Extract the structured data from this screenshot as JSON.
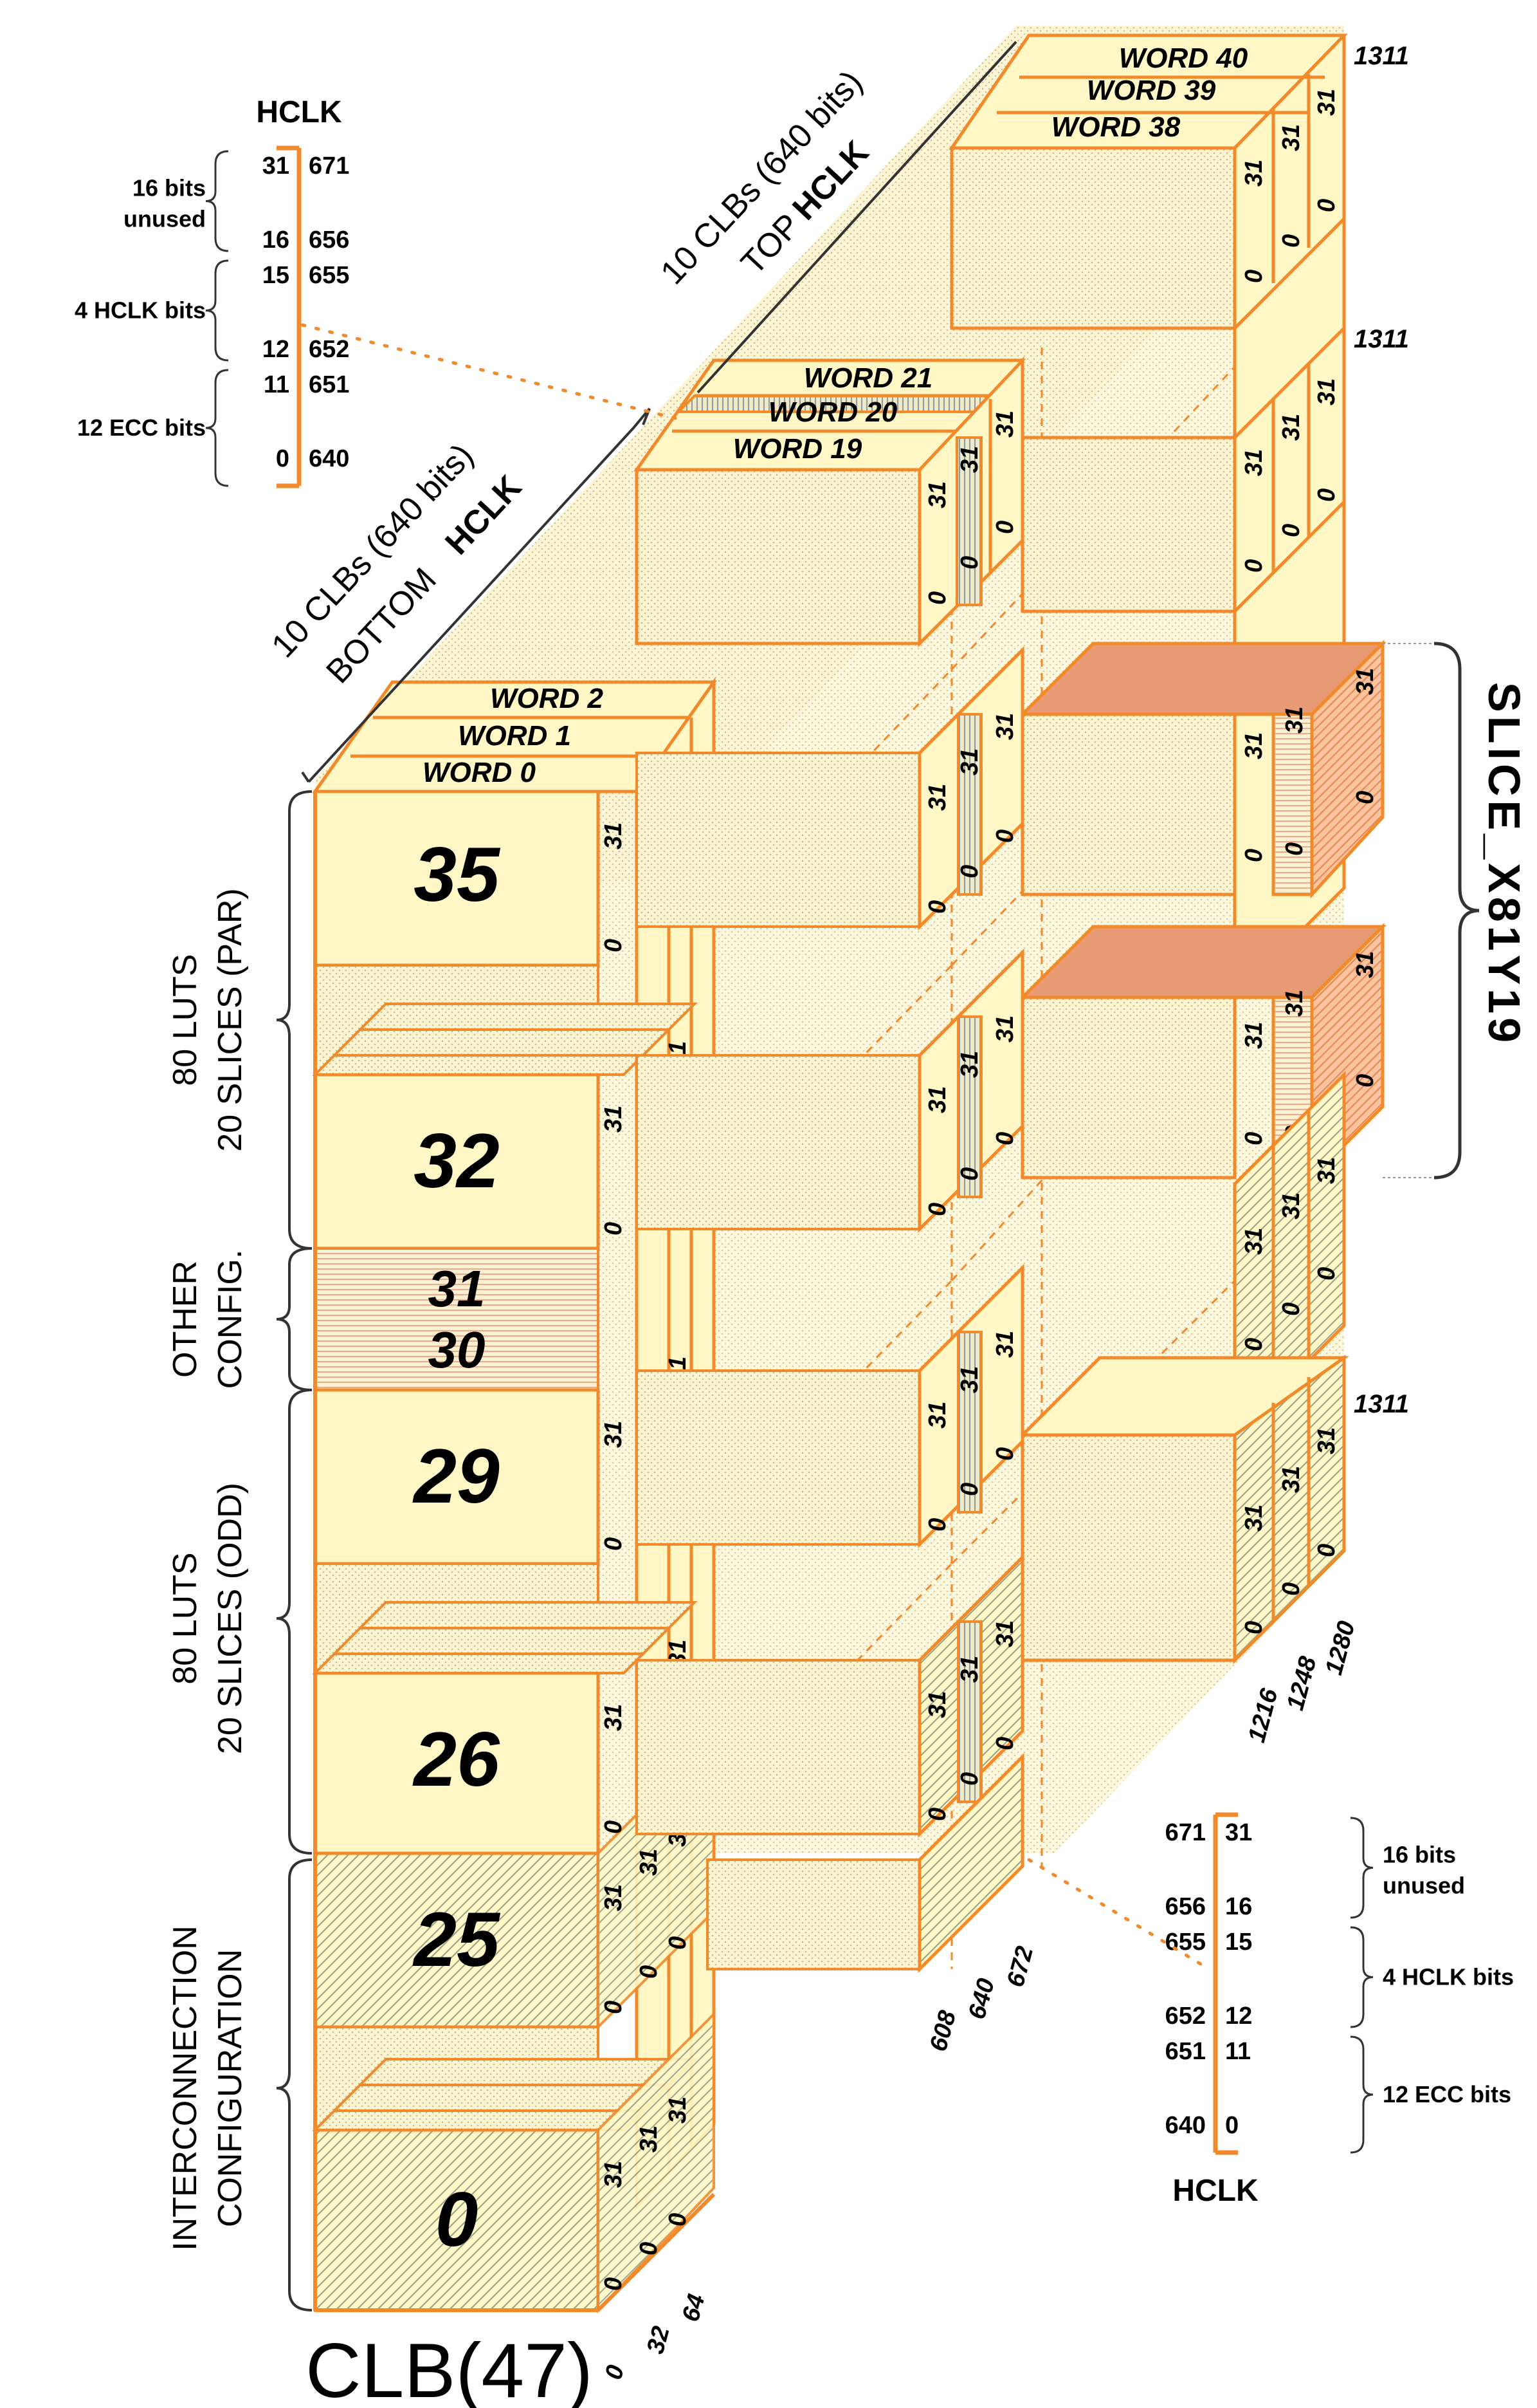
{
  "figure": {
    "clb_label": "CLB(47)",
    "colors": {
      "orange": "#F08A2B",
      "face": "#FFF8C6",
      "face_dark": "#EFE6A8",
      "slice_fill": "#F7B990",
      "slice_top": "#E79A74"
    }
  },
  "frames": {
    "front": [
      {
        "id": "f35",
        "label": "35",
        "hatched": false
      },
      {
        "id": "f32",
        "label": "32",
        "hatched": false
      },
      {
        "id": "f29",
        "label": "29",
        "hatched": false
      },
      {
        "id": "f26",
        "label": "26",
        "hatched": false
      },
      {
        "id": "f25",
        "label": "25",
        "hatched": true
      },
      {
        "id": "f0",
        "label": "0",
        "hatched": true
      }
    ],
    "other_config": [
      "31",
      "30"
    ],
    "bit_31": "31",
    "bit_0": "0"
  },
  "words": {
    "top": [
      "WORD 40",
      "WORD 39",
      "WORD 38"
    ],
    "middle": [
      "WORD 21",
      "WORD 20",
      "WORD 19"
    ],
    "bottom": [
      "WORD 2",
      "WORD 1",
      "WORD 0"
    ]
  },
  "bit_offsets": {
    "bottom_axis": [
      "0",
      "32",
      "64"
    ],
    "middle_axis": [
      "608",
      "640",
      "672"
    ],
    "right_axis": [
      "1216",
      "1248",
      "1280"
    ],
    "end_markers": [
      "1311",
      "1311",
      "1311"
    ]
  },
  "region_labels": {
    "par": [
      "80 LUTS",
      "20 SLICES (PAR)"
    ],
    "other": [
      "OTHER",
      "CONFIG."
    ],
    "odd": [
      "80 LUTS",
      "20 SLICES (ODD)"
    ],
    "interconnect": [
      "INTERCONNECTION",
      "CONFIGURATION"
    ],
    "bottom_hclk": [
      "10 CLBs (640 bits)",
      "BOTTOM",
      "HCLK"
    ],
    "top_hclk": [
      "10 CLBs (640 bits)",
      "TOP",
      "HCLK"
    ],
    "slice": "SLICE_X81Y19"
  },
  "hclk_legend": {
    "title": "HCLK",
    "rows": [
      {
        "word": "31",
        "bit": "671"
      },
      {
        "word": "16",
        "bit": "656"
      },
      {
        "word": "15",
        "bit": "655"
      },
      {
        "word": "12",
        "bit": "652"
      },
      {
        "word": "11",
        "bit": "651"
      },
      {
        "word": "0",
        "bit": "640"
      }
    ],
    "groups": [
      {
        "line1": "16 bits",
        "line2": "unused"
      },
      {
        "line1": "4 HCLK bits",
        "line2": ""
      },
      {
        "line1": "12 ECC bits",
        "line2": ""
      }
    ]
  }
}
